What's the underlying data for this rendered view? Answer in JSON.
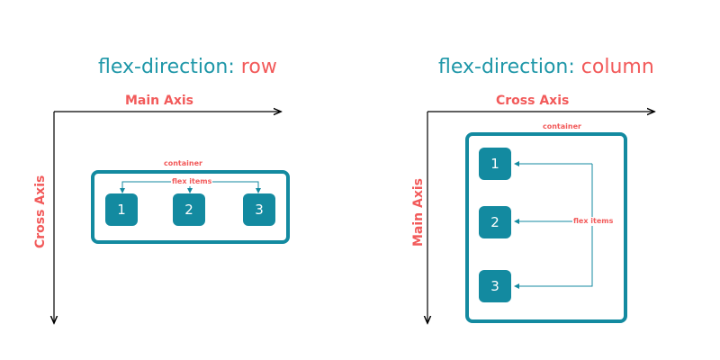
{
  "row_diagram": {
    "title_prop": "flex-direction:",
    "title_value": "row",
    "main_axis_label": "Main Axis",
    "cross_axis_label": "Cross Axis",
    "container_label": "container",
    "flex_items_label": "flex items",
    "items": [
      "1",
      "2",
      "3"
    ]
  },
  "column_diagram": {
    "title_prop": "flex-direction:",
    "title_value": "column",
    "main_axis_label": "Main Axis",
    "cross_axis_label": "Cross Axis",
    "container_label": "container",
    "flex_items_label": "flex items",
    "items": [
      "1",
      "2",
      "3"
    ]
  },
  "colors": {
    "teal": "#138aa0",
    "title_teal": "#1f97a8",
    "coral": "#f25a5a",
    "axis": "#000000"
  }
}
